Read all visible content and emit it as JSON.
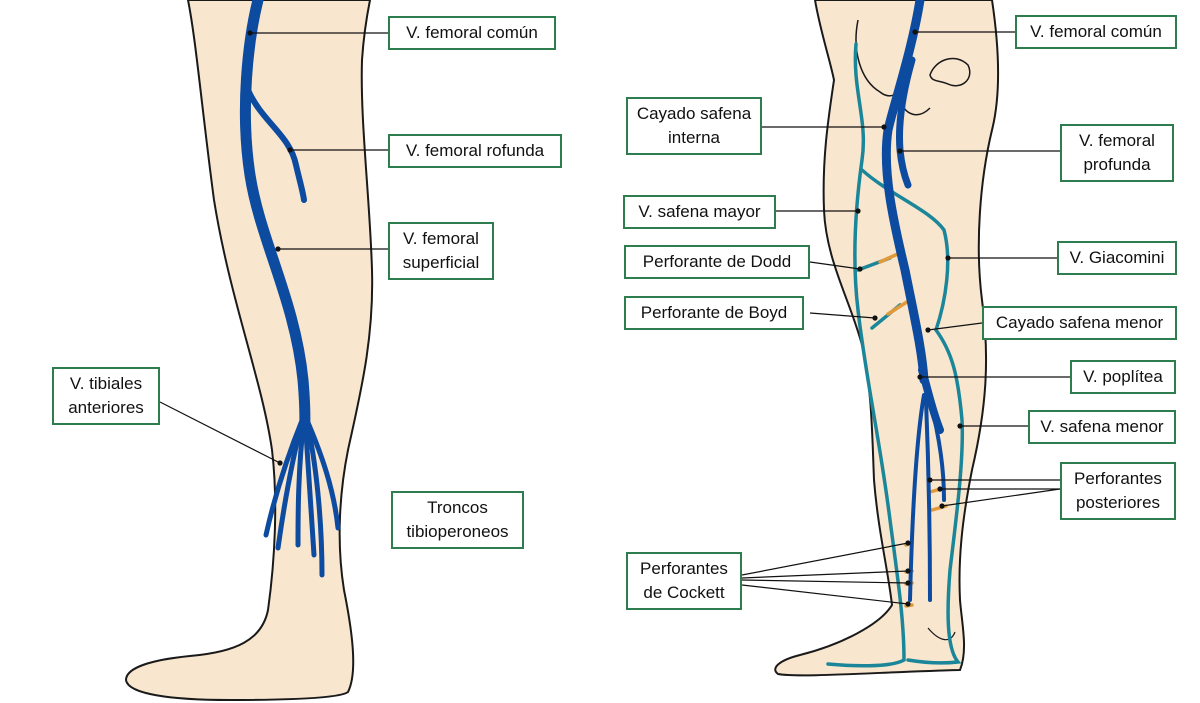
{
  "colors": {
    "skin": "#f8e6cf",
    "outline": "#1a1a1a",
    "deep_vein": "#0d4ba0",
    "superficial_vein": "#1b8699",
    "perforator": "#e09a3a",
    "label_border": "#2e7d4f"
  },
  "left_figure": {
    "labels": {
      "femoral_comun": "V. femoral común",
      "femoral_profunda": "V. femoral rofunda",
      "femoral_superficial": [
        "V. femoral",
        "superficial"
      ],
      "tibiales_anteriores": [
        "V. tibiales",
        "anteriores"
      ],
      "troncos": [
        "Troncos",
        "tibioperoneos"
      ]
    }
  },
  "right_figure": {
    "labels": {
      "femoral_comun": "V. femoral común",
      "cayado_interna": [
        "Cayado safena",
        "interna"
      ],
      "femoral_profunda": [
        "V. femoral",
        "profunda"
      ],
      "safena_mayor": "V. safena mayor",
      "giacomini": "V. Giacomini",
      "dodd": "Perforante de Dodd",
      "boyd": "Perforante de Boyd",
      "cayado_menor": "Cayado safena menor",
      "poplitea": "V. poplítea",
      "safena_menor": "V. safena menor",
      "posteriores": [
        "Perforantes",
        "posteriores"
      ],
      "cockett": [
        "Perforantes",
        "de Cockett"
      ]
    }
  }
}
